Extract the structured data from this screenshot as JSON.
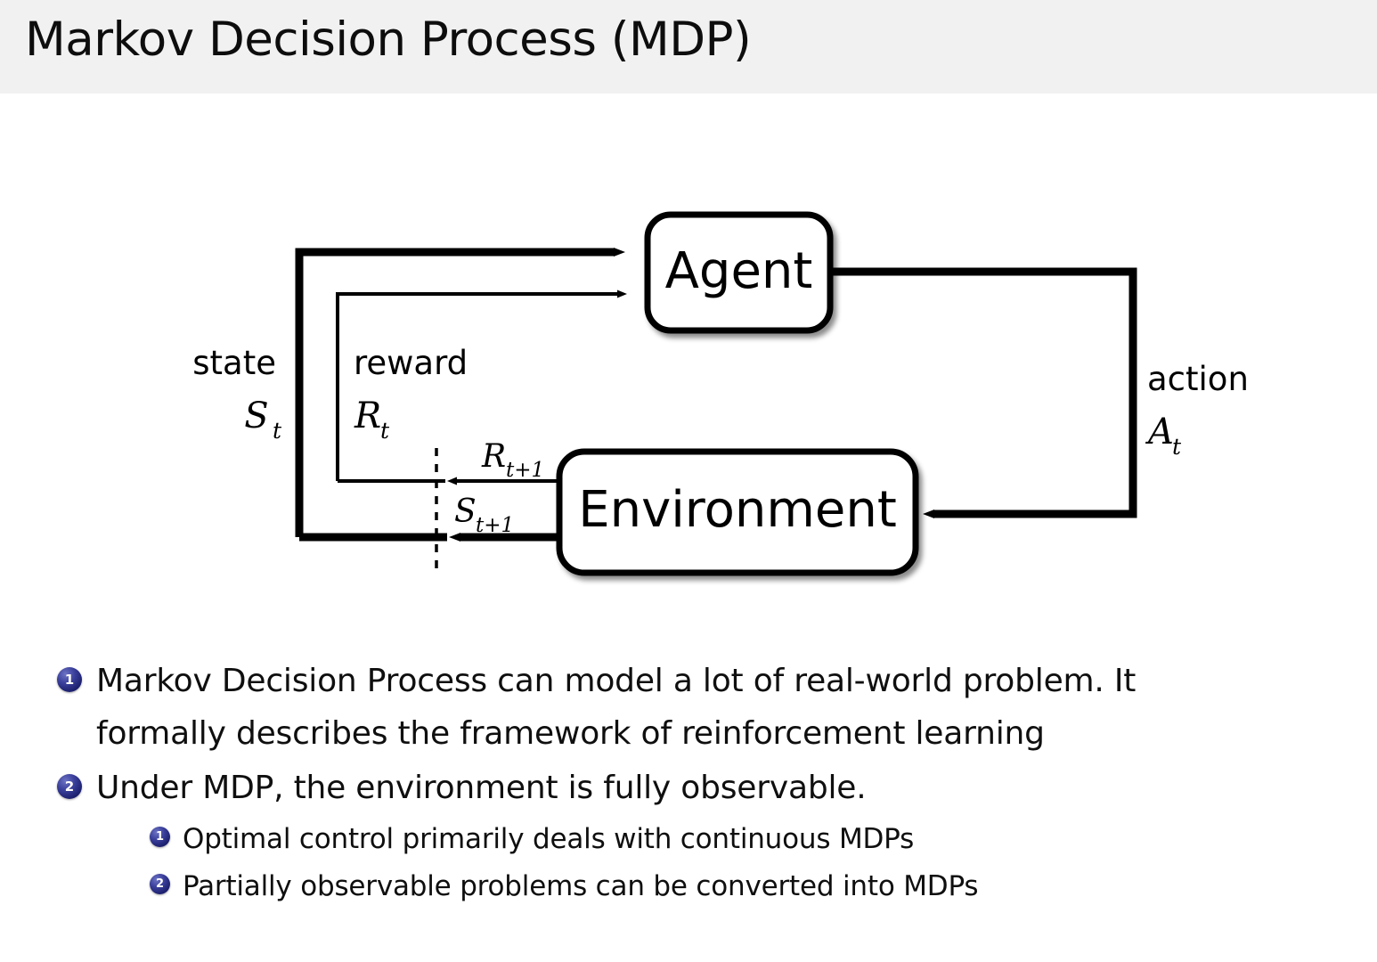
{
  "header": {
    "title": "Markov Decision Process (MDP)",
    "band_color": "#f1f1f1"
  },
  "diagram": {
    "name": "agent-environment-interaction-loop",
    "nodes": {
      "agent": "Agent",
      "environment": "Environment"
    },
    "edge_labels": {
      "state_word": "state",
      "state_symbol": "S",
      "state_subscript": "t",
      "reward_word": "reward",
      "reward_symbol": "R",
      "reward_subscript": "t",
      "action_word": "action",
      "action_symbol": "A",
      "action_subscript": "t",
      "reward_next_symbol": "R",
      "reward_next_subscript": "t+1",
      "state_next_symbol": "S",
      "state_next_subscript": "t+1"
    },
    "stroke_color": "#000000",
    "node_fill": "#ffffff"
  },
  "bullets": {
    "marker_color": "#252a7e",
    "items": [
      {
        "number": "1",
        "level": 1,
        "text": "Markov Decision Process can model a lot of real-world problem. It",
        "text_line2": "formally describes the framework of reinforcement learning"
      },
      {
        "number": "2",
        "level": 1,
        "text": "Under MDP, the environment is fully observable."
      },
      {
        "number": "1",
        "level": 2,
        "text": "Optimal control primarily deals with continuous MDPs"
      },
      {
        "number": "2",
        "level": 2,
        "text": "Partially observable problems can be converted into MDPs"
      }
    ]
  }
}
